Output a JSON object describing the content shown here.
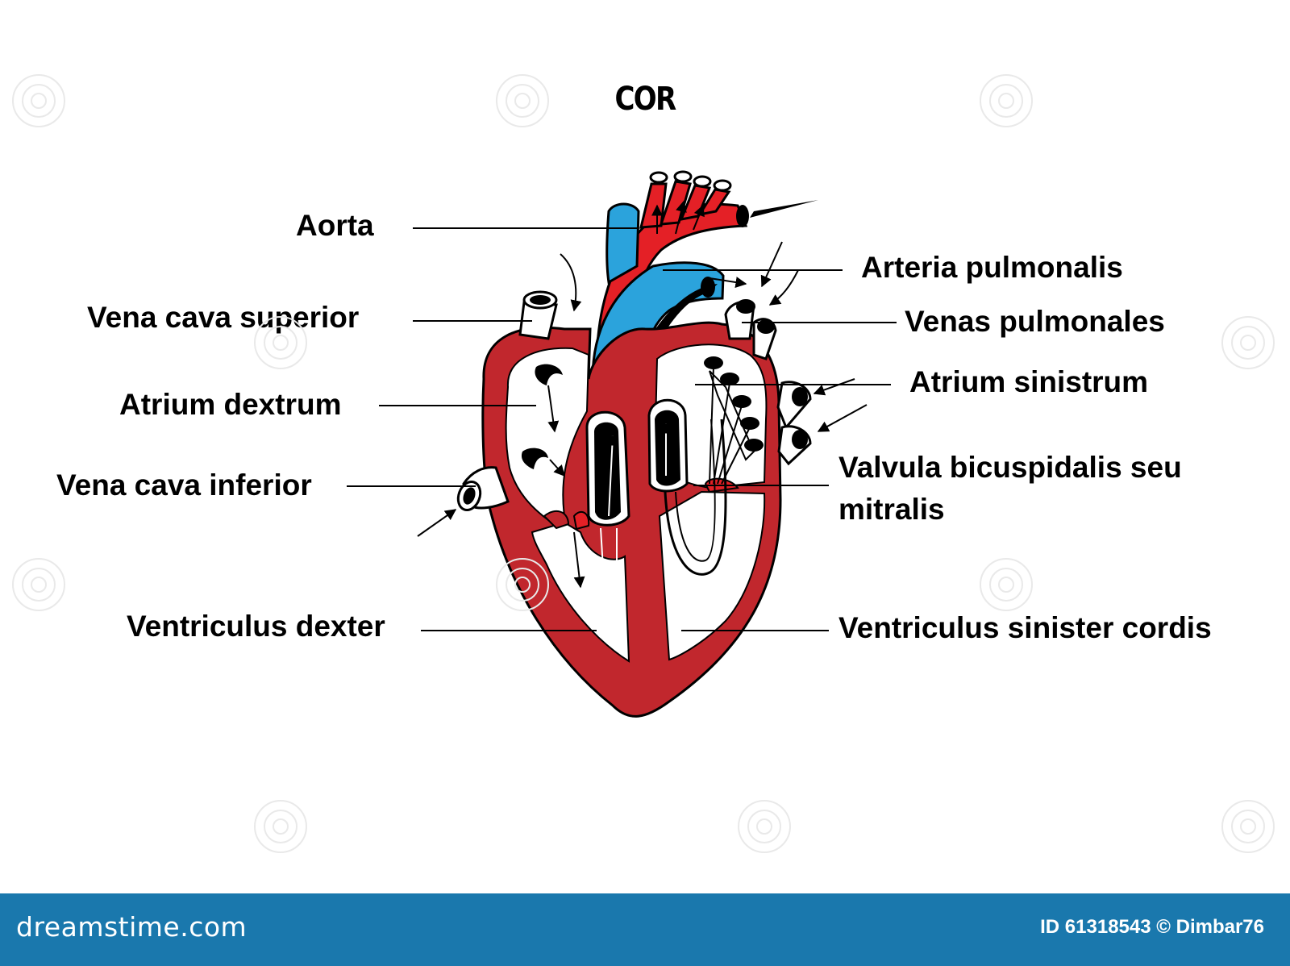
{
  "diagram": {
    "title": "COR",
    "labels": {
      "aorta": "Aorta",
      "vena_cava_superior": "Vena cava superior",
      "atrium_dextrum": "Atrium dextrum",
      "vena_cava_inferior": "Vena cava inferior",
      "ventriculus_dexter": "Ventriculus dexter",
      "arteria_pulmonalis": "Arteria pulmonalis",
      "venas_pulmonales": "Venas pulmonales",
      "atrium_sinistrum": "Atrium sinistrum",
      "valvula_line1": "Valvula bicuspidalis seu",
      "valvula_line2": "mitralis",
      "ventriculus_sinister": "Ventriculus sinister cordis"
    },
    "colors": {
      "oxygenated": "#e42026",
      "deoxygenated": "#2ba3dc",
      "heart_wall": "#c1272d",
      "outline": "#000000"
    }
  },
  "footer": {
    "brand": "dreamstime.com",
    "credit": "ID 61318543 © Dimbar76",
    "background": "#1a78ad"
  }
}
